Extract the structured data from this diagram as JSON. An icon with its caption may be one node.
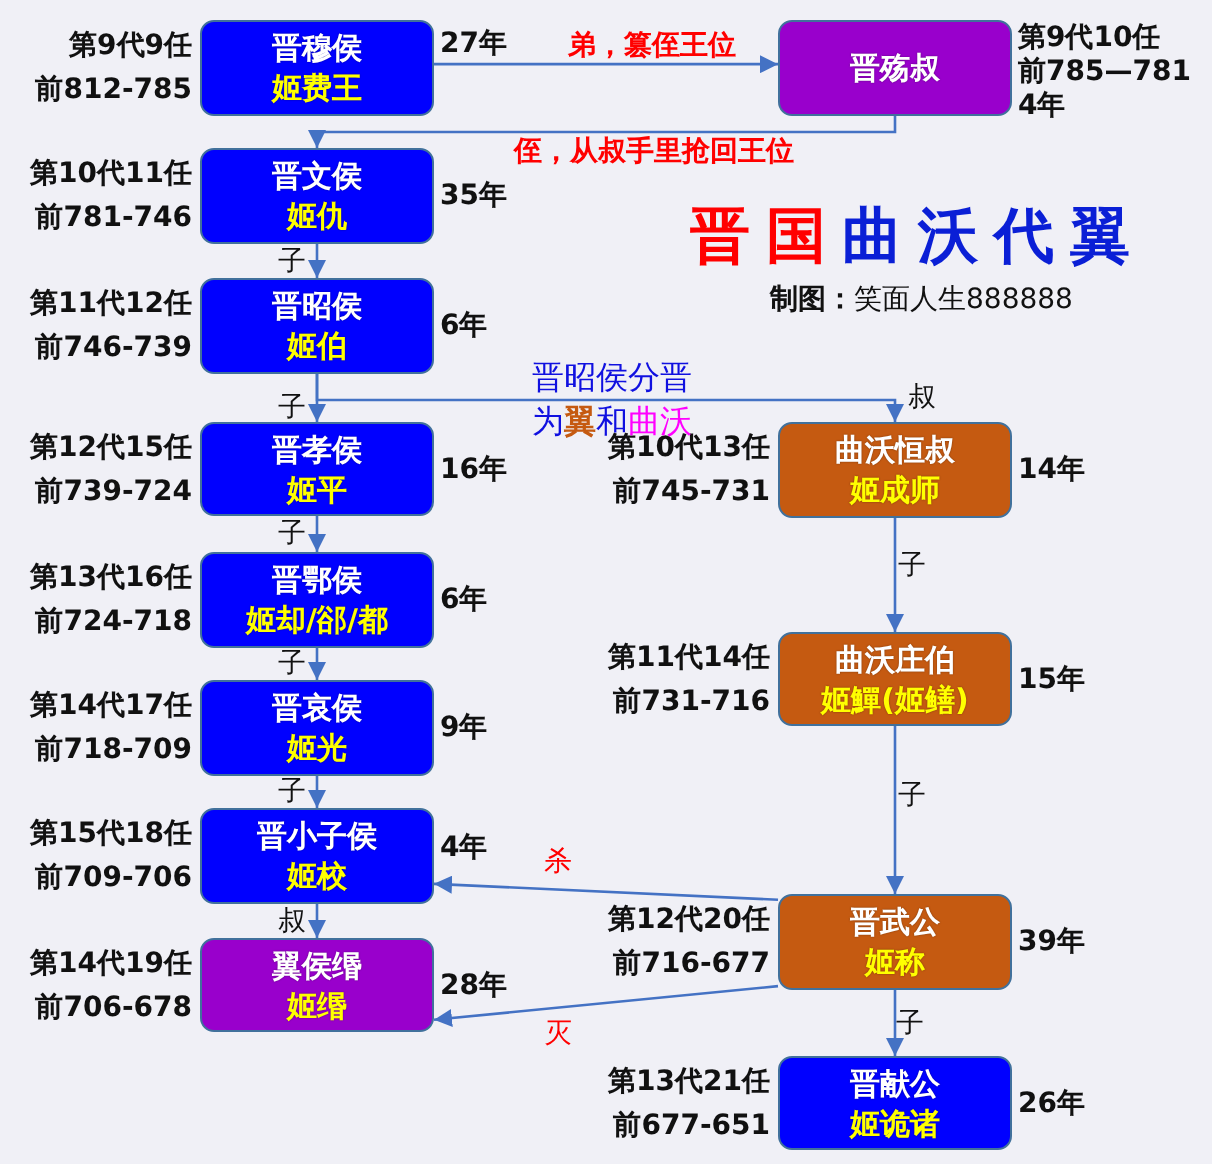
{
  "diagram": {
    "title": "**晋国**曲沃代翼",
    "nodes": [
      {
        "text": [
          "晋穆侯",
          "姬费王"
        ],
        "beside": [
          "第9代9任",
          "前812-785",
          "27年"
        ]
      },
      {
        "text": [
          "晋殇叔"
        ],
        "beside": [
          "第9代10任",
          "前785—781",
          "4年"
        ]
      },
      {
        "text": [
          "晋文侯",
          "姬仇"
        ],
        "beside": [
          "第10代11任",
          "前781-746",
          "35年"
        ]
      },
      {
        "text": [
          "晋昭侯",
          "姬伯"
        ],
        "beside": [
          "第11代12任",
          "前746-739",
          "6年"
        ]
      },
      {
        "text": [
          "晋孝侯",
          "姬平"
        ],
        "beside": [
          "第12代15任",
          "前739-724",
          "16年"
        ]
      },
      {
        "text": [
          "晋鄂侯",
          "姬却/郤/都"
        ],
        "beside": [
          "第13代16任",
          "前724-718",
          "6年"
        ]
      },
      {
        "text": [
          "晋哀侯",
          "姬光"
        ],
        "beside": [
          "第14代17任",
          "前718-709",
          "9年"
        ]
      },
      {
        "text": [
          "晋小子侯",
          "姬校"
        ],
        "beside": [
          "第15代18任",
          "前709-706",
          "4年"
        ]
      },
      {
        "text": [
          "翼侯缗",
          "姬缗"
        ],
        "beside": [
          "第14代19任",
          "前706-678",
          "28年"
        ]
      },
      {
        "text": [
          "曲沃恒叔",
          "姬成师"
        ],
        "beside": [
          "第10代13任",
          "前745-731",
          "14年"
        ]
      },
      {
        "text": [
          "曲沃庄伯",
          "姬鱓(姬鳝)"
        ],
        "beside": [
          "第11代14任",
          "前731-716",
          "15年"
        ]
      },
      {
        "text": [
          "晋武公",
          "姬称"
        ],
        "beside": [
          "第12代20任",
          "前716-677",
          "39年"
        ]
      },
      {
        "text": [
          "晋献公",
          "姬诡诸"
        ],
        "beside": [
          "第13代21任",
          "前677-651",
          "26年"
        ]
      }
    ],
    "edges": [
      {
        "from": 0,
        "to": 1,
        "arrow": "to",
        "label": "弟，篡侄王位"
      },
      {
        "from": 1,
        "to": 2,
        "arrow": "to",
        "label": "侄，从叔手里抢回王位"
      },
      {
        "from": 2,
        "to": 3,
        "arrow": "to",
        "label": "子"
      },
      {
        "from": 3,
        "to": 4,
        "arrow": "to",
        "label": "子"
      },
      {
        "from": 3,
        "to": 9,
        "arrow": "to",
        "label": "叔"
      },
      {
        "from": 4,
        "to": 5,
        "arrow": "to",
        "label": "子"
      },
      {
        "from": 5,
        "to": 6,
        "arrow": "to",
        "label": "子"
      },
      {
        "from": 6,
        "to": 7,
        "arrow": "to",
        "label": "子"
      },
      {
        "from": 7,
        "to": 8,
        "arrow": "to",
        "label": "叔"
      },
      {
        "from": 9,
        "to": 10,
        "arrow": "to",
        "label": "子"
      },
      {
        "from": 10,
        "to": 11,
        "arrow": "to",
        "label": "子"
      },
      {
        "from": 11,
        "to": 7,
        "arrow": "to",
        "label": "杀"
      },
      {
        "from": 11,
        "to": 8,
        "arrow": "to",
        "label": "灭"
      },
      {
        "from": 11,
        "to": 12,
        "arrow": "to",
        "label": "子"
      }
    ],
    "labels": [
      "**制图：**笑面人生888888",
      "晋昭侯分晋",
      "为**翼**和**曲沃**"
    ]
  }
}
